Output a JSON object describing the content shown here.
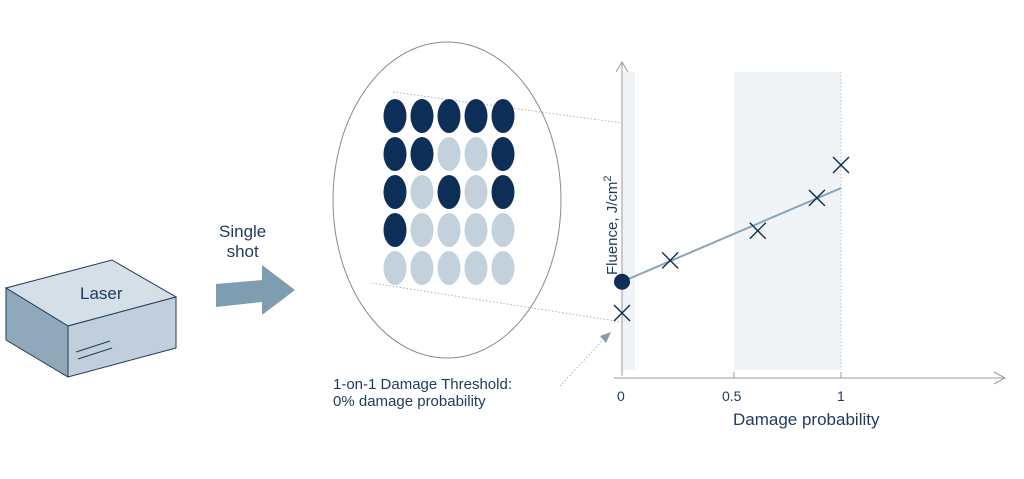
{
  "laser": {
    "label": "Laser"
  },
  "arrow": {
    "line1": "Single",
    "line2": "shot"
  },
  "spot_array": {
    "grid": [
      [
        "damaged",
        "damaged",
        "damaged",
        "damaged",
        "damaged"
      ],
      [
        "damaged",
        "damaged",
        "undamaged",
        "undamaged",
        "damaged"
      ],
      [
        "damaged",
        "undamaged",
        "damaged",
        "undamaged",
        "damaged"
      ],
      [
        "damaged",
        "undamaged",
        "undamaged",
        "undamaged",
        "undamaged"
      ],
      [
        "undamaged",
        "undamaged",
        "undamaged",
        "undamaged",
        "undamaged"
      ]
    ]
  },
  "caption": {
    "line1": "1-on-1 Damage Threshold:",
    "line2": "0% damage probability"
  },
  "colors": {
    "damaged": "#0d2f57",
    "undamaged": "#c3d1dc",
    "laser_body": "#c0cfdb",
    "arrow": "#7f9db0",
    "fit_line": "#8aa4b6",
    "shade": "#f1f4f7"
  },
  "chart_data": {
    "type": "scatter",
    "xlabel": "Damage probability",
    "ylabel": "Fluence, J/cm",
    "ylabel_superscript": "2",
    "xticks": [
      "0",
      "0.5",
      "1"
    ],
    "xlim": [
      0,
      1.7
    ],
    "points": [
      {
        "x": 0.0,
        "y": 0.1
      },
      {
        "x": 0.22,
        "y": 0.42
      },
      {
        "x": 0.62,
        "y": 0.6
      },
      {
        "x": 0.89,
        "y": 0.8
      },
      {
        "x": 1.0,
        "y": 1.0
      }
    ],
    "fit_line": {
      "x0": 0.0,
      "y0": 0.29,
      "x1": 1.0,
      "y1": 0.86
    },
    "threshold_point": {
      "x": 0.0,
      "y": 0.29
    },
    "shaded_regions": [
      [
        0,
        0.06
      ],
      [
        0.5,
        1.0
      ]
    ]
  }
}
